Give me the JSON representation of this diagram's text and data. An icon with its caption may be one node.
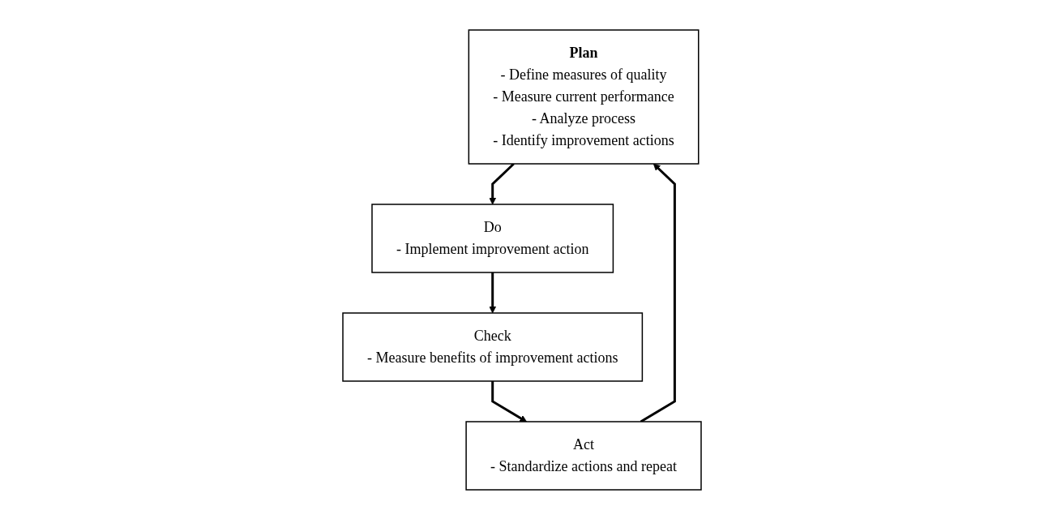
{
  "diagram": {
    "nodes": [
      {
        "text": [
          "Plan",
          "- Define measures of quality",
          "- Measure current performance",
          "- Analyze process",
          "- Identify improvement actions"
        ]
      },
      {
        "text": [
          "Do",
          "- Implement improvement action"
        ]
      },
      {
        "text": [
          "Check",
          "- Measure benefits of improvement actions"
        ]
      },
      {
        "text": [
          "Act",
          "- Standardize actions and repeat"
        ]
      }
    ],
    "edges": [
      {
        "from": 0,
        "to": 1,
        "arrow": "to"
      },
      {
        "from": 1,
        "to": 2,
        "arrow": "to"
      },
      {
        "from": 2,
        "to": 3,
        "arrow": "to"
      },
      {
        "from": 3,
        "to": 0,
        "arrow": "to"
      }
    ]
  }
}
